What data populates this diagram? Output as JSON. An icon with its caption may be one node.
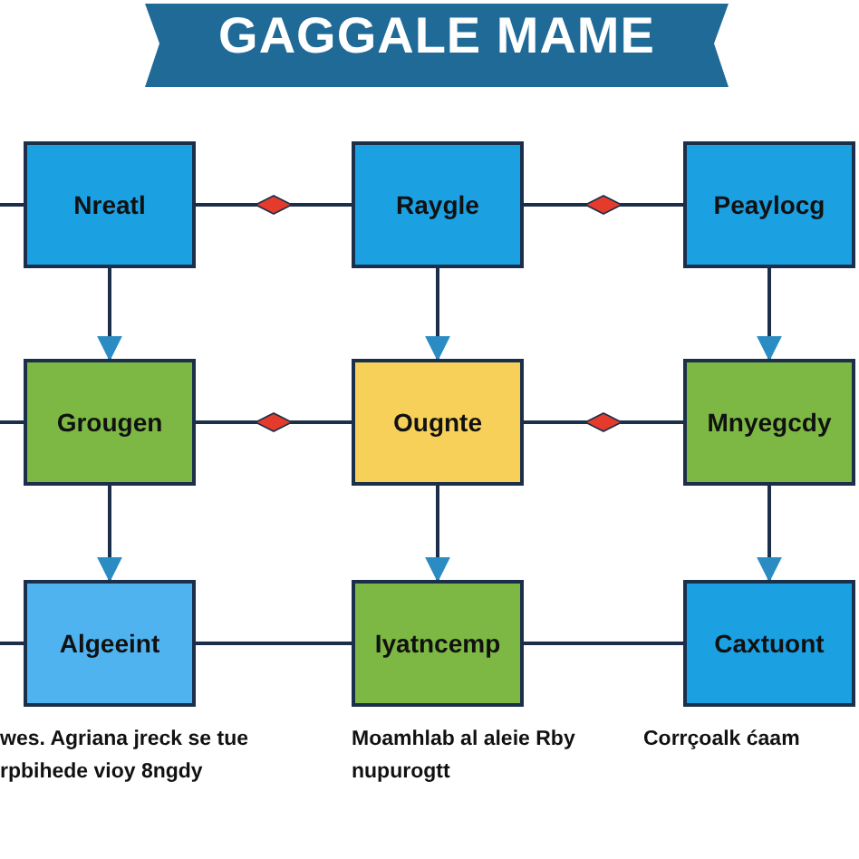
{
  "diagram": {
    "title": "GAGGALE MAME",
    "nodes": [
      {
        "text": [
          "Nreatl"
        ]
      },
      {
        "text": [
          "Raygle"
        ]
      },
      {
        "text": [
          "Peaylocg"
        ]
      },
      {
        "text": [
          "Grougen"
        ]
      },
      {
        "text": [
          "Ougnte"
        ]
      },
      {
        "text": [
          "Mnyegcdy"
        ]
      },
      {
        "text": [
          "Algeeint"
        ],
        "beside": [
          "wes. Agriana jreck se tue rpbihede vioy 8ngdy"
        ]
      },
      {
        "text": [
          "Iyatncemp"
        ],
        "beside": [
          "Moamhlab al aleie Rby nupurogtt"
        ]
      },
      {
        "text": [
          "Caxtuont"
        ],
        "beside": [
          "Corrçoalk ćaam"
        ]
      }
    ],
    "edges": [
      {
        "from": 0,
        "to": 1,
        "arrow": "none"
      },
      {
        "from": 1,
        "to": 2,
        "arrow": "none"
      },
      {
        "from": 3,
        "to": 4,
        "arrow": "none"
      },
      {
        "from": 4,
        "to": 5,
        "arrow": "none"
      },
      {
        "from": 6,
        "to": 7,
        "arrow": "none"
      },
      {
        "from": 7,
        "to": 8,
        "arrow": "none"
      },
      {
        "from": 0,
        "to": 3,
        "arrow": "to"
      },
      {
        "from": 1,
        "to": 4,
        "arrow": "to"
      },
      {
        "from": 2,
        "to": 5,
        "arrow": "to"
      },
      {
        "from": 3,
        "to": 6,
        "arrow": "to"
      },
      {
        "from": 4,
        "to": 7,
        "arrow": "to"
      },
      {
        "from": 5,
        "to": 8,
        "arrow": "to"
      },
      {
        "from": null,
        "to": 0,
        "arrow": "none"
      },
      {
        "from": null,
        "to": 3,
        "arrow": "none"
      },
      {
        "from": null,
        "to": 6,
        "arrow": "none"
      }
    ]
  }
}
